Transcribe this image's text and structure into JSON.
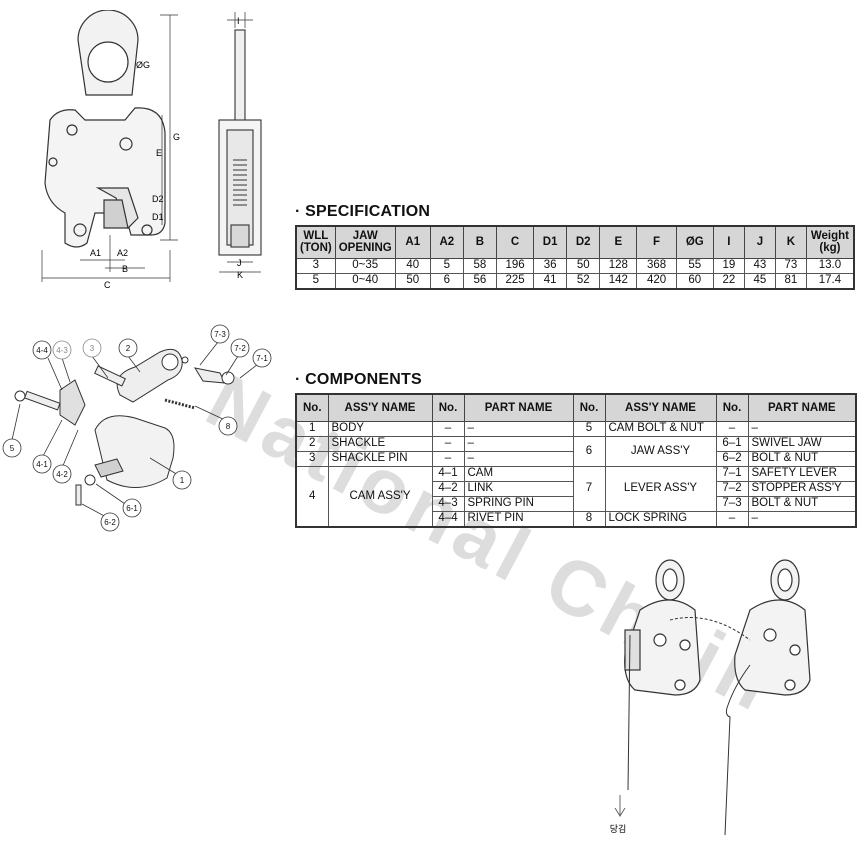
{
  "spec": {
    "title": "· SPECIFICATION",
    "headers": [
      "WLL (TON)",
      "JAW OPENING",
      "A1",
      "A2",
      "B",
      "C",
      "D1",
      "D2",
      "E",
      "F",
      "ØG",
      "I",
      "J",
      "K",
      "Weight (kg)"
    ],
    "rows": [
      [
        "3",
        "0~35",
        "40",
        "5",
        "58",
        "196",
        "36",
        "50",
        "128",
        "368",
        "55",
        "19",
        "43",
        "73",
        "13.0"
      ],
      [
        "5",
        "0~40",
        "50",
        "6",
        "56",
        "225",
        "41",
        "52",
        "142",
        "420",
        "60",
        "22",
        "45",
        "81",
        "17.4"
      ]
    ]
  },
  "components": {
    "title": "· COMPONENTS",
    "headers": [
      "No.",
      "ASS'Y NAME",
      "No.",
      "PART NAME",
      "No.",
      "ASS'Y NAME",
      "No.",
      "PART NAME"
    ],
    "left": [
      {
        "no": "1",
        "name": "BODY",
        "parts": [
          {
            "no": "–",
            "name": "–"
          }
        ]
      },
      {
        "no": "2",
        "name": "SHACKLE",
        "parts": [
          {
            "no": "–",
            "name": "–"
          }
        ]
      },
      {
        "no": "3",
        "name": "SHACKLE PIN",
        "parts": [
          {
            "no": "–",
            "name": "–"
          }
        ]
      },
      {
        "no": "4",
        "name": "CAM ASS'Y",
        "parts": [
          {
            "no": "4–1",
            "name": "CAM"
          },
          {
            "no": "4–2",
            "name": "LINK"
          },
          {
            "no": "4–3",
            "name": "SPRING PIN"
          },
          {
            "no": "4–4",
            "name": "RIVET PIN"
          }
        ]
      }
    ],
    "right": [
      {
        "no": "5",
        "name": "CAM BOLT & NUT",
        "parts": [
          {
            "no": "–",
            "name": "–"
          }
        ]
      },
      {
        "no": "6",
        "name": "JAW ASS'Y",
        "parts": [
          {
            "no": "6–1",
            "name": "SWIVEL JAW"
          },
          {
            "no": "6–2",
            "name": "BOLT & NUT"
          }
        ]
      },
      {
        "no": "7",
        "name": "LEVER ASS'Y",
        "parts": [
          {
            "no": "7–1",
            "name": "SAFETY LEVER"
          },
          {
            "no": "7–2",
            "name": "STOPPER ASS'Y"
          },
          {
            "no": "7–3",
            "name": "BOLT & NUT"
          }
        ]
      },
      {
        "no": "8",
        "name": "LOCK SPRING",
        "parts": [
          {
            "no": "–",
            "name": "–"
          }
        ]
      }
    ]
  },
  "dimension_labels": {
    "g_dia": "ØG",
    "g": "G",
    "e": "E",
    "d2": "D2",
    "d1": "D1",
    "a1": "A1",
    "a2": "A2",
    "b": "B",
    "c": "C",
    "i": "I",
    "j": "J",
    "k": "K"
  },
  "callouts": [
    "1",
    "2",
    "3",
    "4-1",
    "4-2",
    "4-3",
    "4-4",
    "5",
    "6-1",
    "6-2",
    "7-1",
    "7-2",
    "7-3",
    "8"
  ],
  "pull_label": "당김",
  "watermark": "National Chain"
}
